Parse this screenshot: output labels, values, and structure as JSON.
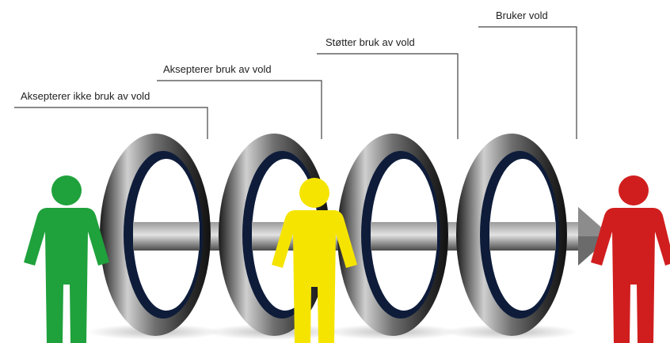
{
  "labels": {
    "stage1": "Aksepterer ikke bruk av vold",
    "stage2": "Aksepterer bruk av vold",
    "stage3": "Støtter bruk av vold",
    "stage4": "Bruker vold"
  },
  "figures": [
    {
      "name": "green-person",
      "color": "#1fa13c"
    },
    {
      "name": "yellow-person",
      "color": "#f5e400"
    },
    {
      "name": "red-person",
      "color": "#d01e1e"
    }
  ],
  "colors": {
    "ring_outer": "#2b2b2b",
    "ring_inner_rim": "#0e1c3a",
    "arrow": "#6b6b6b",
    "leader_line": "#444444"
  }
}
